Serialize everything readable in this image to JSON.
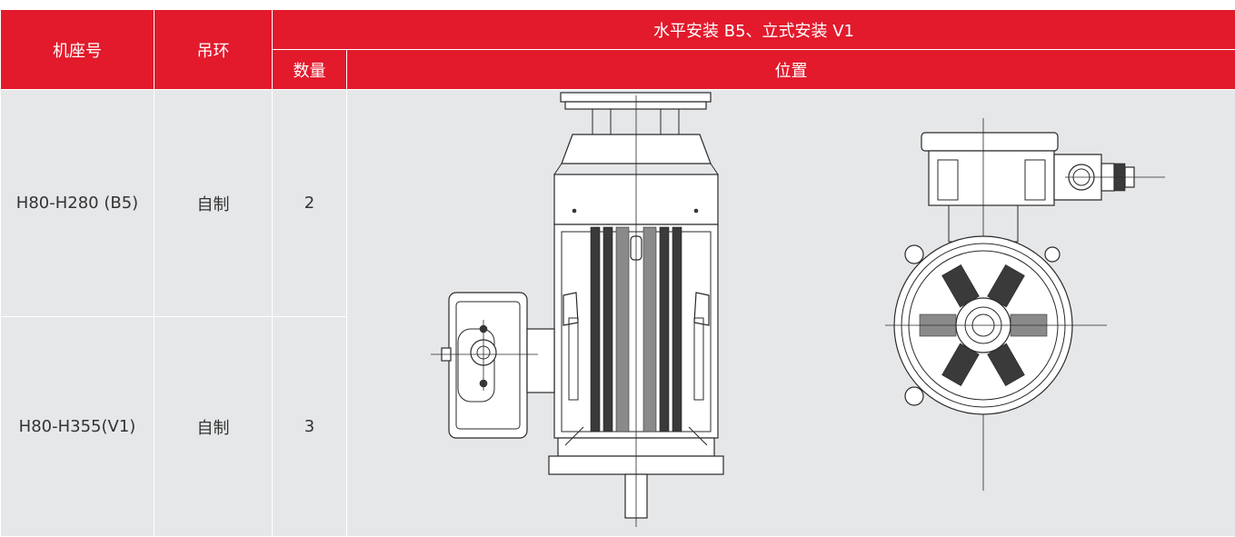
{
  "table": {
    "header": {
      "frame_no": "机座号",
      "lifting_ring": "吊环",
      "mounting_group": "水平安装 B5、立式安装 V1",
      "quantity": "数量",
      "position": "位置"
    },
    "rows": [
      {
        "frame": "H80-H280 (B5)",
        "ring": "自制",
        "qty": "2"
      },
      {
        "frame": "H80-H355(V1)",
        "ring": "自制",
        "qty": "3"
      }
    ]
  },
  "colors": {
    "header_bg": "#e21a2c",
    "cell_bg": "#e6e7e9",
    "header_text": "#ffffff",
    "cell_text": "#333333"
  },
  "drawing": {
    "views": [
      "motor-side-view",
      "motor-end-view"
    ]
  }
}
